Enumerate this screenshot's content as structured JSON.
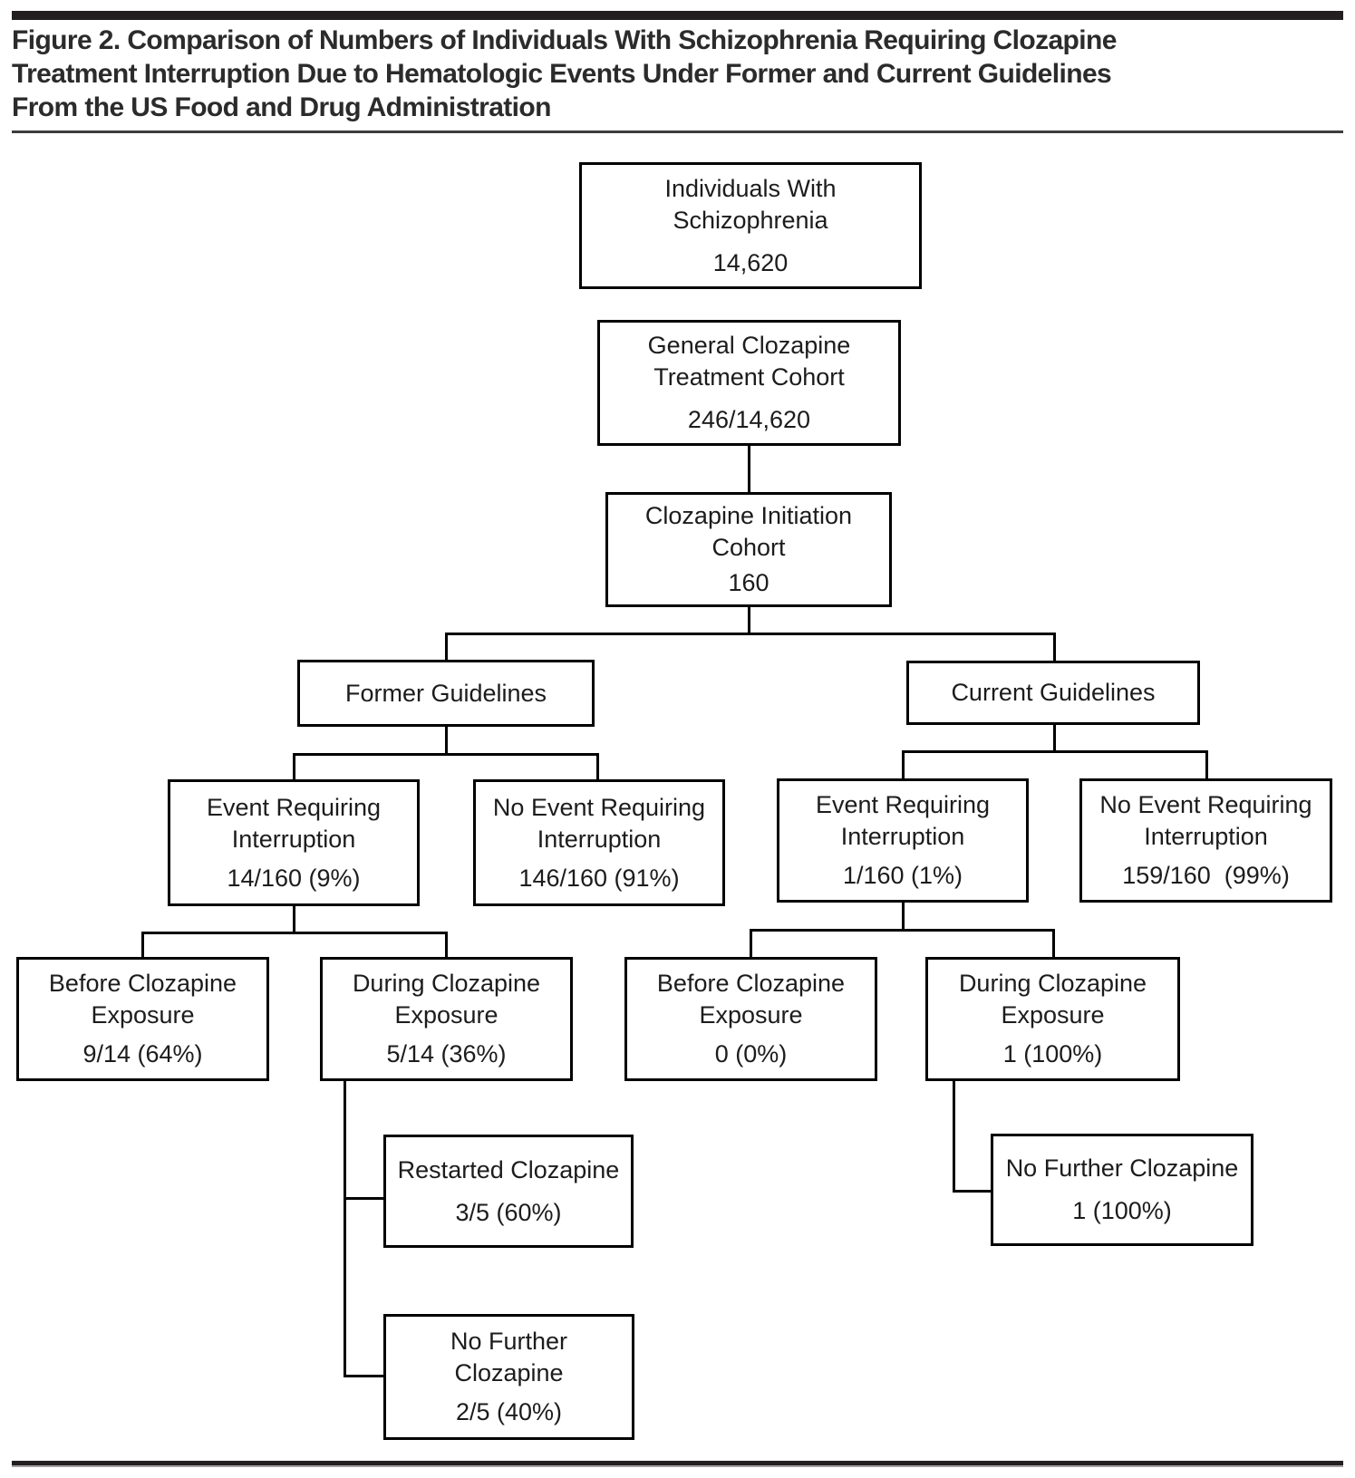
{
  "title": {
    "line1": "Figure 2. Comparison of Numbers of Individuals With Schizophrenia Requiring Clozapine",
    "line2": "Treatment Interruption Due to Hematologic Events Under Former and Current Guidelines",
    "line3": "From the US Food and Drug Administration"
  },
  "nodes": {
    "individuals": {
      "line1": "Individuals With",
      "line2": "Schizophrenia",
      "value": "14,620"
    },
    "general_cohort": {
      "line1": "General Clozapine",
      "line2": "Treatment Cohort",
      "value": "246/14,620"
    },
    "initiation_cohort": {
      "line1": "Clozapine Initiation",
      "line2": "Cohort",
      "value": "160"
    },
    "former_guidelines": {
      "label": "Former Guidelines"
    },
    "current_guidelines": {
      "label": "Current Guidelines"
    },
    "former_event": {
      "line1": "Event Requiring",
      "line2": "Interruption",
      "value": "14/160 (9%)"
    },
    "former_no_event": {
      "line1": "No Event Requiring",
      "line2": "Interruption",
      "value": "146/160 (91%)"
    },
    "current_event": {
      "line1": "Event Requiring",
      "line2": "Interruption",
      "value": "1/160 (1%)"
    },
    "current_no_event": {
      "line1": "No Event Requiring",
      "line2": "Interruption",
      "value": "159/160  (99%)"
    },
    "former_before": {
      "line1": "Before Clozapine",
      "line2": "Exposure",
      "value": "9/14 (64%)"
    },
    "former_during": {
      "line1": "During Clozapine",
      "line2": "Exposure",
      "value": "5/14 (36%)"
    },
    "current_before": {
      "line1": "Before Clozapine",
      "line2": "Exposure",
      "value": "0 (0%)"
    },
    "current_during": {
      "line1": "During Clozapine",
      "line2": "Exposure",
      "value": "1 (100%)"
    },
    "former_restarted": {
      "label": "Restarted Clozapine",
      "value": "3/5 (60%)"
    },
    "former_no_further": {
      "line1": "No Further",
      "line2": "Clozapine",
      "value": "2/5 (40%)"
    },
    "current_no_further": {
      "label": "No Further Clozapine",
      "value": "1 (100%)"
    }
  },
  "colors": {
    "background": "#ffffff",
    "rule_dark": "#231f20",
    "connector_line": "#000000",
    "title_text": "#2b2b2b",
    "box_text": "#1c1c1c"
  }
}
